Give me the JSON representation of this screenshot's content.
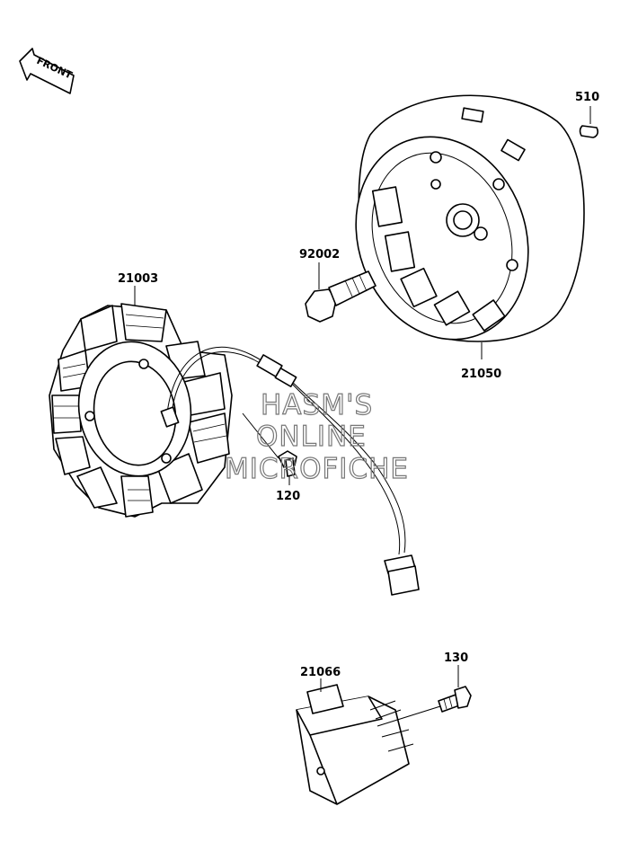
{
  "front_label": "FRONT",
  "watermark": {
    "line1": "HASM'S",
    "line2": "ONLINE",
    "line3": "MICROFICHE"
  },
  "parts": {
    "p510": "510",
    "p92002": "92002",
    "p21003": "21003",
    "p21050": "21050",
    "p120": "120",
    "p21066": "21066",
    "p130": "130"
  }
}
